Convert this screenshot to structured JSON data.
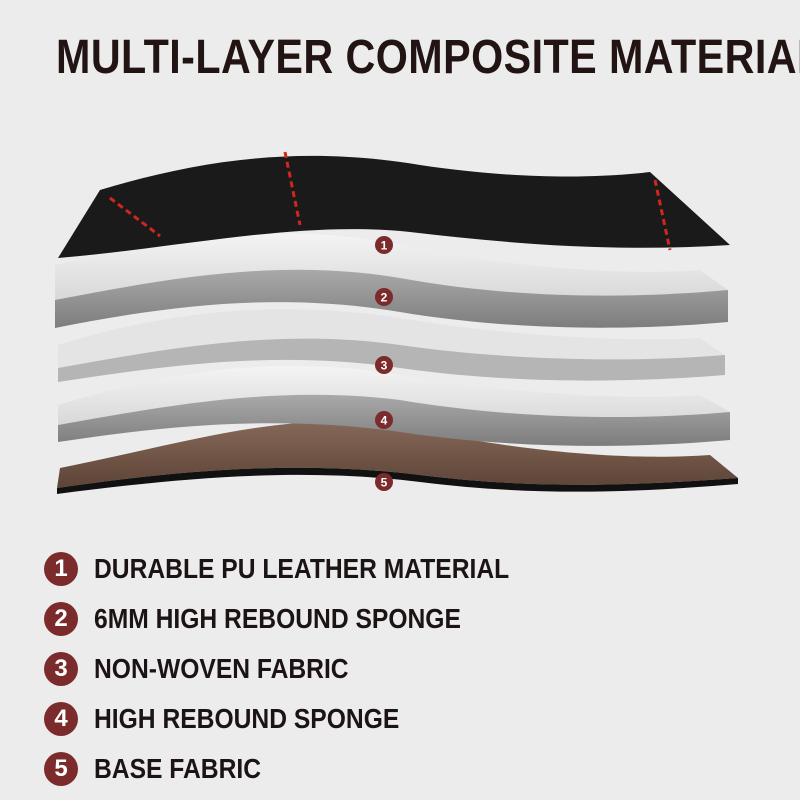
{
  "title": "MULTI-LAYER COMPOSITE MATERIAL",
  "colors": {
    "background": "#ececec",
    "badge": "#7b2b2b",
    "leather": "#1a1a1a",
    "stitch": "#d0261e",
    "sponge": "#c9c9c9",
    "base_fabric": "#6e5443"
  },
  "diagram_badges": [
    "1",
    "2",
    "3",
    "4",
    "5"
  ],
  "layers": [
    {
      "number": "1",
      "label": "DURABLE PU LEATHER MATERIAL"
    },
    {
      "number": "2",
      "label": "6MM HIGH REBOUND SPONGE"
    },
    {
      "number": "3",
      "label": "NON-WOVEN FABRIC"
    },
    {
      "number": "4",
      "label": "HIGH REBOUND SPONGE"
    },
    {
      "number": "5",
      "label": "BASE FABRIC"
    }
  ]
}
